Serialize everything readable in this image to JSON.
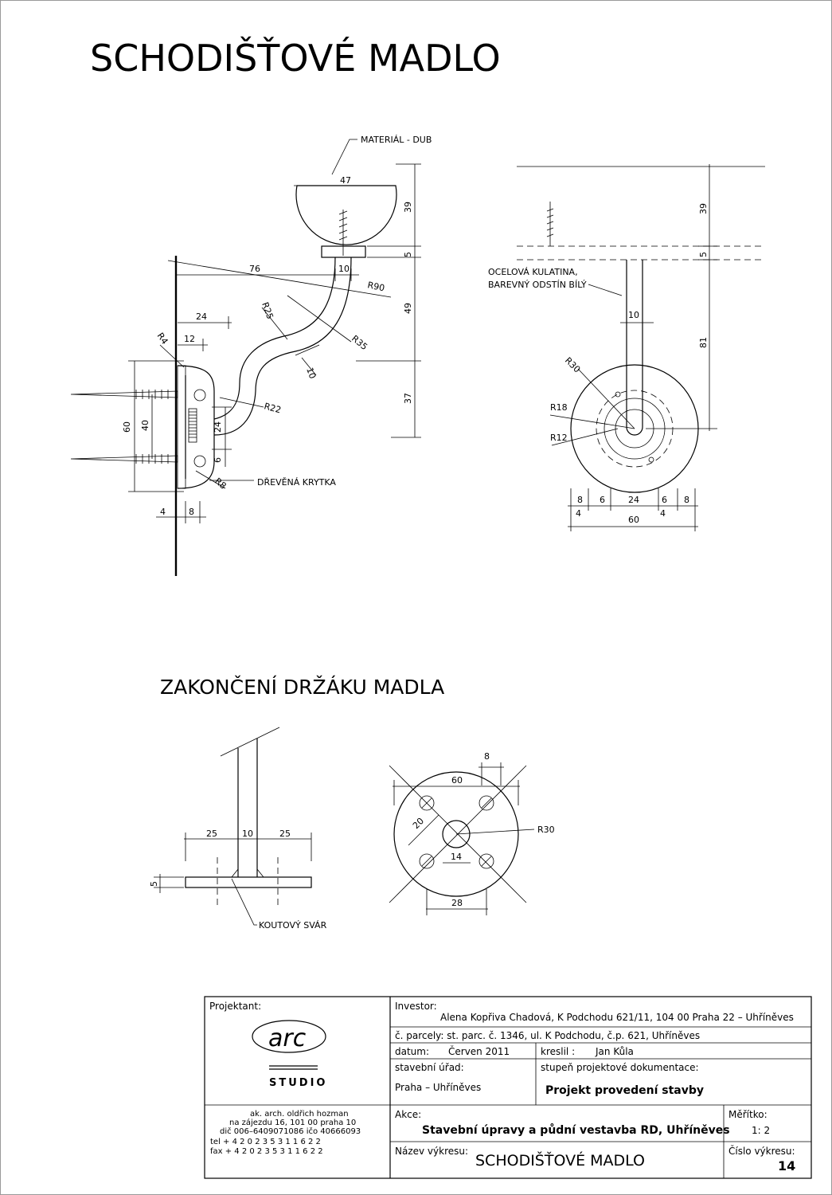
{
  "title": "SCHODIŠŤOVÉ MADLO",
  "section2_title": "ZAKONČENÍ DRŽÁKU MADLA",
  "labels": {
    "material": "MATERIÁL - DUB",
    "steel_line1": "OCELOVÁ KULATINA,",
    "steel_line2": "BAREVNÝ ODSTÍN BÍLÝ",
    "cover": "DŘEVĚNÁ KRYTKA",
    "weld": "KOUTOVÝ SVÁR"
  },
  "dims_side": {
    "d47": "47",
    "d39": "39",
    "d5": "5",
    "d10a": "10",
    "d76": "76",
    "r90": "R90",
    "d49": "49",
    "d24": "24",
    "r25": "R25",
    "r4": "R4",
    "d12": "12",
    "r35": "R35",
    "d10b": "10",
    "d37": "37",
    "r22": "R22",
    "d60": "60",
    "d40": "40",
    "d24b": "24",
    "d6": "6",
    "r8": "R8",
    "d4": "4",
    "d8": "8"
  },
  "dims_front": {
    "d39": "39",
    "d5": "5",
    "d10": "10",
    "d81": "81",
    "r30": "R30",
    "r18": "R18",
    "r12": "R12",
    "b8a": "8",
    "b6a": "6",
    "b24": "24",
    "b6b": "6",
    "b8b": "8",
    "b4a": "4",
    "b60": "60",
    "b4b": "4"
  },
  "dims_end": {
    "d25a": "25",
    "d10": "10",
    "d25b": "25",
    "d5": "5",
    "d8": "8",
    "d60": "60",
    "d20": "20",
    "r30": "R30",
    "d14": "14",
    "d28": "28"
  },
  "title_block": {
    "designer_label": "Projektant:",
    "logo_text": "arc",
    "studio_text": "STUDIO",
    "designer_lines": [
      "ak. arch. oldřich hozman",
      "na zájezdu 16, 101 00 praha 10",
      "dič 006–6409071086 ičo 40666093",
      "tel  + 4 2 0   2 3 5   3 1   1 6   2 2",
      "fax  + 4 2 0   2 3 5   3 1   1 6   2 2"
    ],
    "investor_label": "Investor:",
    "investor_value": "Alena Kopřiva Chadová, K Podchodu 621/11, 104 00 Praha 22 – Uhříněves",
    "parcel": "č. parcely: st. parc. č. 1346, ul. K Podchodu, č.p. 621, Uhříněves",
    "date_label": "datum:",
    "date_value": "Červen 2011",
    "drawn_label": "kreslil :",
    "drawn_value": "Jan Kůla",
    "office_label": "stavební úřad:",
    "office_value": "Praha – Uhříněves",
    "stage_label": "stupeň projektové dokumentace:",
    "stage_value": "Projekt provedení stavby",
    "action_label": "Akce:",
    "action_value": "Stavební úpravy a půdní vestavba RD, Uhříněves",
    "scale_label": "Měřítko:",
    "scale_value": "1: 2",
    "name_label": "Název výkresu:",
    "name_value": "SCHODIŠŤOVÉ MADLO",
    "number_label": "Číslo výkresu:",
    "number_value": "14"
  }
}
